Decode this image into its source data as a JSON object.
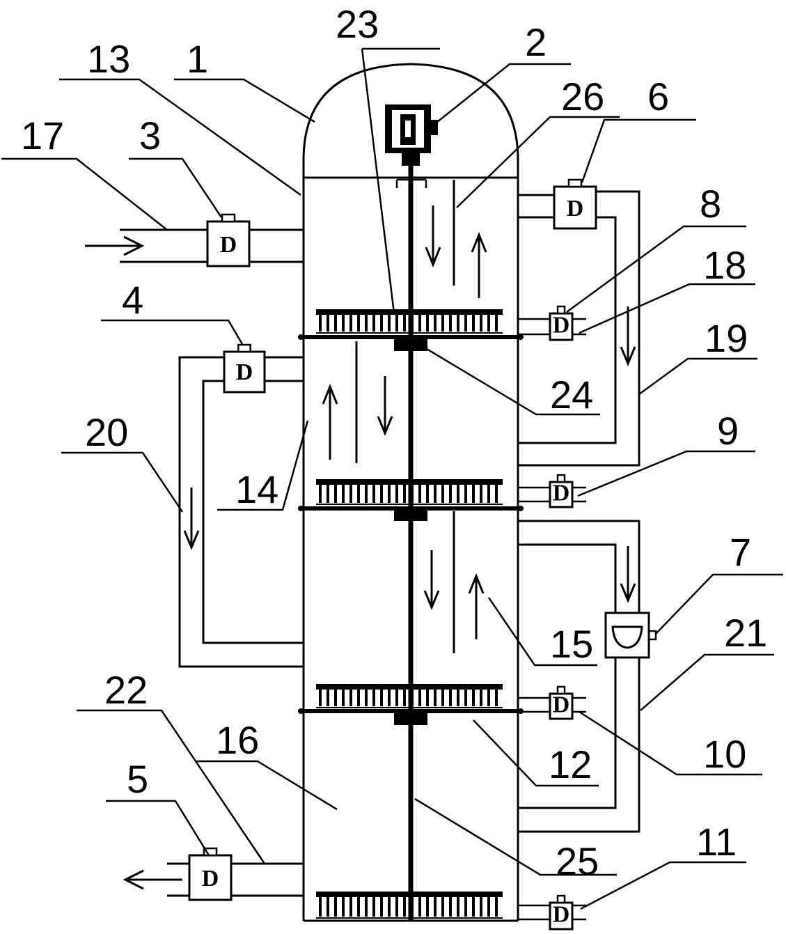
{
  "labels": {
    "n1": "1",
    "n2": "2",
    "n3": "3",
    "n4": "4",
    "n5": "5",
    "n6": "6",
    "n7": "7",
    "n8": "8",
    "n9": "9",
    "n10": "10",
    "n11": "11",
    "n12": "12",
    "n13": "13",
    "n14": "14",
    "n15": "15",
    "n16": "16",
    "n17": "17",
    "n18": "18",
    "n19": "19",
    "n20": "20",
    "n21": "21",
    "n22": "22",
    "n23": "23",
    "n24": "24",
    "n25": "25",
    "n26": "26"
  },
  "valve_letter": "D"
}
